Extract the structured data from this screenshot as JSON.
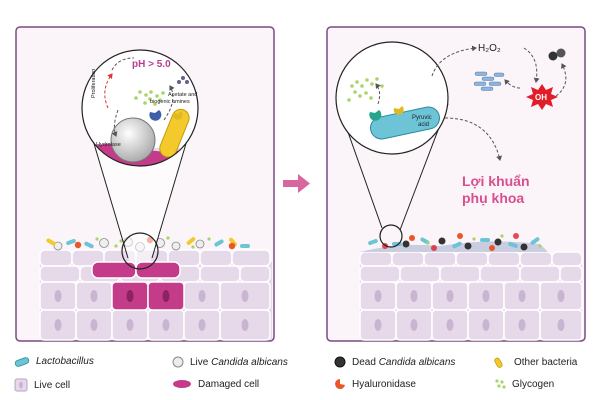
{
  "left_panel": {
    "ph_label": "pH > 5.0",
    "proliferation_label": "Proliferation",
    "hydrolase_label": "Hydrolase",
    "acetate_label_line1": "Acetate and",
    "acetate_label_line2": "biogenic amines"
  },
  "right_panel": {
    "h2o2_label": "H₂O₂",
    "oh_label": "OH",
    "pyruvic_label_line1": "Pyruvic",
    "pyruvic_label_line2": "acid",
    "title_line1": "Lợi khuẩn",
    "title_line2": "phụ khoa"
  },
  "legend": {
    "lactobacillus": {
      "prefix": "",
      "species": "Lactobacillus"
    },
    "live_candida": {
      "prefix": "Live ",
      "species": "Candida albicans"
    },
    "dead_candida": {
      "prefix": "Dead ",
      "species": "Candida albicans"
    },
    "other_bacteria": "Other bacteria",
    "live_cell": "Live cell",
    "damaged_cell": "Damaged cell",
    "hyaluronidase": "Hyaluronidase",
    "glycogen": "Glycogen"
  },
  "colors": {
    "panel_border": "#7a4a82",
    "panel_fill": "#fbf5f9",
    "cell_fill": "#e6d9ea",
    "cell_border": "#ffffff",
    "damaged_cell": "#c43b8a",
    "arrow": "#d9679f",
    "title": "#d94f8e",
    "hyaluronidase": "#e8562a",
    "glycogen": "#a9d46a",
    "lactobacillus": "#6cc4d6",
    "other_bacteria": "#f3c92b",
    "ros": "#e11d2a"
  }
}
